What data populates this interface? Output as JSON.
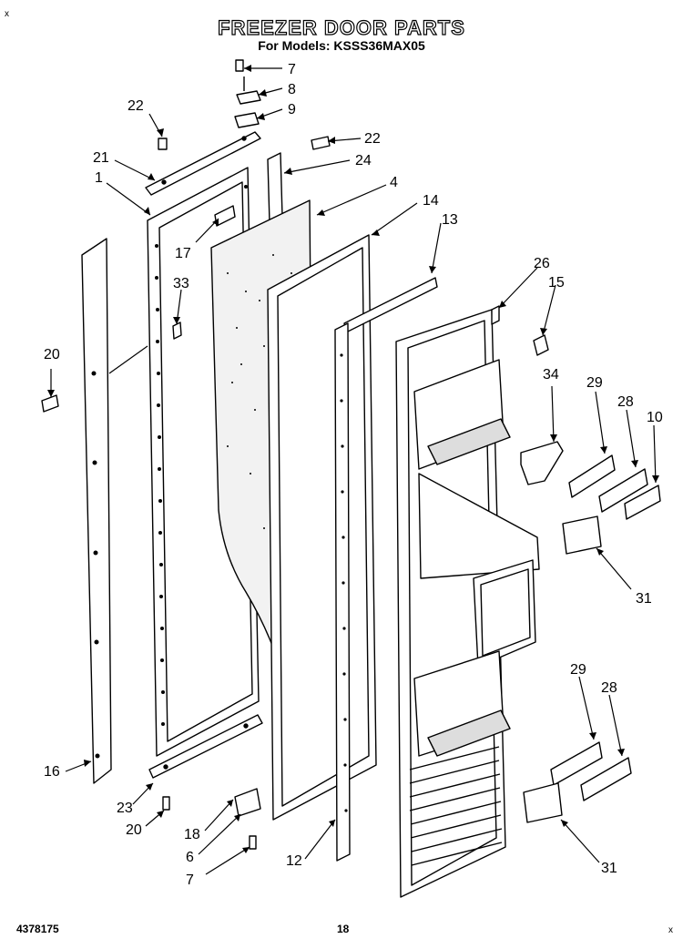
{
  "header": {
    "title": "FREEZER DOOR PARTS",
    "subtitle": "For Models: KSSS36MAX05"
  },
  "footer": {
    "doc_number": "4378175",
    "page_number": "18"
  },
  "corner_marks": {
    "top_left": "x",
    "bottom_right": "x"
  },
  "callouts": [
    "7",
    "8",
    "9",
    "22",
    "22",
    "24",
    "21",
    "1",
    "4",
    "14",
    "13",
    "17",
    "26",
    "15",
    "33",
    "20",
    "34",
    "29",
    "28",
    "10",
    "31",
    "29",
    "28",
    "16",
    "23",
    "20",
    "18",
    "6",
    "7",
    "12",
    "31"
  ]
}
